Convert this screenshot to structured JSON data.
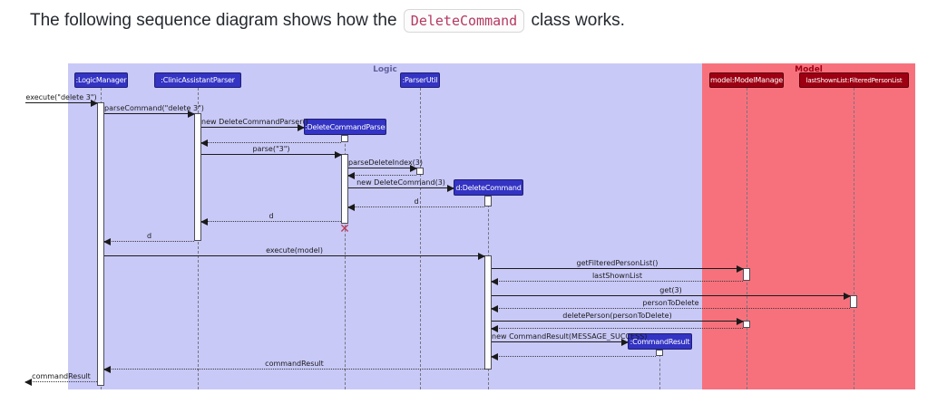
{
  "intro": {
    "text_before": "The following sequence diagram shows how the ",
    "code": "DeleteCommand",
    "text_after": " class works."
  },
  "diagram": {
    "frames": [
      {
        "label": "Logic",
        "bg": "#C9C9F8",
        "label_color": "#62629E"
      },
      {
        "label": "Model",
        "bg": "#F7717D",
        "label_color": "#9D0012"
      }
    ],
    "participants": [
      {
        "label": ":LogicManager",
        "color": "#3333C4"
      },
      {
        "label": ":ClinicAssistantParser",
        "color": "#3333C4"
      },
      {
        "label": ":ParserUtil",
        "color": "#3333C4"
      },
      {
        "label": ":DeleteCommandParser",
        "color": "#3333C4"
      },
      {
        "label": "d:DeleteCommand",
        "color": "#3333C4"
      },
      {
        "label": ":CommandResult",
        "color": "#3333C4"
      },
      {
        "label": "model:ModelManager",
        "color": "#9D0012"
      },
      {
        "label": "lastShownList:FilteredPersonList",
        "color": "#9D0012"
      }
    ],
    "messages": [
      {
        "label": "execute(\"delete 3\")",
        "type": "call"
      },
      {
        "label": "parseCommand(\"delete 3\")",
        "type": "call"
      },
      {
        "label": "new DeleteCommandParser()",
        "type": "create"
      },
      {
        "label": "parse(\"3\")",
        "type": "call"
      },
      {
        "label": "parseDeleteIndex(3)",
        "type": "call"
      },
      {
        "label": "new DeleteCommand(3)",
        "type": "create"
      },
      {
        "label": "d",
        "type": "return"
      },
      {
        "label": "d",
        "type": "return"
      },
      {
        "label": "d",
        "type": "return"
      },
      {
        "label": "execute(model)",
        "type": "call"
      },
      {
        "label": "getFilteredPersonList()",
        "type": "call"
      },
      {
        "label": "lastShownList",
        "type": "return"
      },
      {
        "label": "get(3)",
        "type": "call"
      },
      {
        "label": "personToDelete",
        "type": "return"
      },
      {
        "label": "deletePerson(personToDelete)",
        "type": "call"
      },
      {
        "label": "new CommandResult(MESSAGE_SUCCESS)",
        "type": "create"
      },
      {
        "label": "commandResult",
        "type": "return"
      },
      {
        "label": "commandResult",
        "type": "return"
      }
    ],
    "icons": {
      "destroy": "✕"
    }
  }
}
